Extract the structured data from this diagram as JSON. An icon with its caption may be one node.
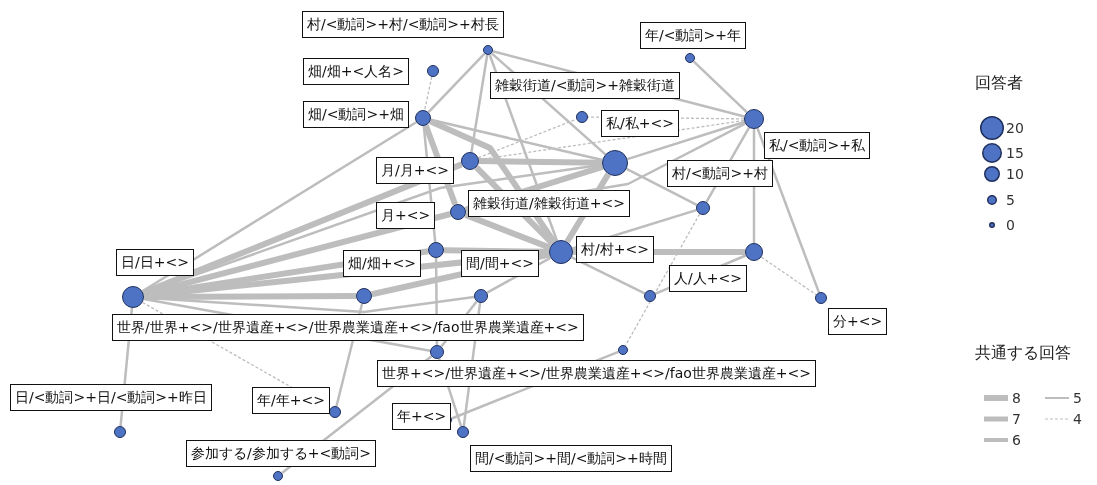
{
  "diagram": {
    "nodes": [
      {
        "text": [],
        "shape": "circle",
        "beside": [
          "村/<動詞>+村/<動詞>+村長"
        ]
      },
      {
        "text": [],
        "shape": "circle",
        "beside": [
          "年/<動詞>+年"
        ]
      },
      {
        "text": [],
        "shape": "circle",
        "beside": [
          "畑/畑+<人名>"
        ]
      },
      {
        "text": [],
        "shape": "circle",
        "beside": [
          "雑穀街道/<動詞>+雑穀街道"
        ]
      },
      {
        "text": [],
        "shape": "circle",
        "beside": [
          "畑/<動詞>+畑"
        ]
      },
      {
        "text": [],
        "shape": "circle",
        "beside": [
          "私/<動詞>+私"
        ]
      },
      {
        "text": [],
        "shape": "circle",
        "beside": [
          "私/私+<>"
        ]
      },
      {
        "text": [],
        "shape": "circle",
        "beside": [
          "月/月+<>"
        ]
      },
      {
        "text": [],
        "shape": "circle",
        "beside": [
          "村/<動詞>+村"
        ]
      },
      {
        "text": [],
        "shape": "circle",
        "beside": [
          "雑穀街道/雑穀街道+<>"
        ]
      },
      {
        "text": [],
        "shape": "circle",
        "beside": [
          "月+<>"
        ]
      },
      {
        "text": [],
        "shape": "circle",
        "beside": [
          "日/日+<>"
        ]
      },
      {
        "text": [],
        "shape": "circle",
        "beside": [
          "畑/畑+<>"
        ]
      },
      {
        "text": [],
        "shape": "circle",
        "beside": [
          "間/間+<>"
        ]
      },
      {
        "text": [],
        "shape": "circle",
        "beside": [
          "村/村+<>"
        ]
      },
      {
        "text": [],
        "shape": "circle",
        "beside": [
          "人/人+<>"
        ]
      },
      {
        "text": [],
        "shape": "circle"
      },
      {
        "text": [],
        "shape": "circle",
        "beside": [
          "分+<>"
        ]
      },
      {
        "text": [],
        "shape": "circle",
        "beside": [
          "世界/世界+<>/世界遺産+<>/世界農業遺産+<>/fao世界農業遺産+<>"
        ]
      },
      {
        "text": [],
        "shape": "circle",
        "beside": [
          "世界+<>/世界遺産+<>/世界農業遺産+<>/fao世界農業遺産+<>"
        ]
      },
      {
        "text": [],
        "shape": "circle",
        "beside": [
          "日/<動詞>+日/<動詞>+昨日"
        ]
      },
      {
        "text": [],
        "shape": "circle",
        "beside": [
          "年/年+<>"
        ]
      },
      {
        "text": [],
        "shape": "circle",
        "beside": [
          "年+<>"
        ]
      },
      {
        "text": [],
        "shape": "circle",
        "beside": [
          "参加する/参加する+<動詞>"
        ]
      },
      {
        "text": [],
        "shape": "circle",
        "beside": [
          "間/<動詞>+間/<動詞>+時間"
        ]
      }
    ],
    "edges": [
      {
        "from": 11,
        "to": 4,
        "arrow": "none"
      },
      {
        "from": 11,
        "to": 7,
        "arrow": "none",
        "style": "thick"
      },
      {
        "from": 11,
        "to": 9,
        "arrow": "none",
        "style": "thick"
      },
      {
        "from": 11,
        "to": 10,
        "arrow": "none",
        "style": "thick"
      },
      {
        "from": 11,
        "to": 12,
        "arrow": "none",
        "style": "thick"
      },
      {
        "from": 11,
        "to": 14,
        "arrow": "none",
        "style": "thick"
      },
      {
        "from": 11,
        "to": 6,
        "arrow": "none"
      },
      {
        "from": 11,
        "to": 13,
        "arrow": "none"
      },
      {
        "from": 11,
        "to": 20,
        "arrow": "none"
      },
      {
        "from": 11,
        "to": 21,
        "arrow": "none",
        "style": "dashed"
      },
      {
        "from": 11,
        "to": 18,
        "arrow": "none"
      },
      {
        "from": 4,
        "to": 14,
        "arrow": "none",
        "style": "thick"
      },
      {
        "from": 4,
        "to": 6,
        "arrow": "none"
      },
      {
        "from": 4,
        "to": 9,
        "arrow": "none",
        "style": "thick"
      },
      {
        "from": 4,
        "to": 10,
        "arrow": "none"
      },
      {
        "from": 4,
        "to": 0,
        "arrow": "none"
      },
      {
        "from": 0,
        "to": 7,
        "arrow": "none"
      },
      {
        "from": 0,
        "to": 14,
        "arrow": "none"
      },
      {
        "from": 0,
        "to": 6,
        "arrow": "none"
      },
      {
        "from": 0,
        "to": 5,
        "arrow": "none"
      },
      {
        "from": 7,
        "to": 6,
        "arrow": "none",
        "style": "thick"
      },
      {
        "from": 7,
        "to": 14,
        "arrow": "none",
        "style": "thick"
      },
      {
        "from": 7,
        "to": 5,
        "arrow": "none",
        "style": "dashed"
      },
      {
        "from": 7,
        "to": 3,
        "arrow": "none",
        "style": "dashed"
      },
      {
        "from": 9,
        "to": 14,
        "arrow": "none",
        "style": "thick"
      },
      {
        "from": 9,
        "to": 6,
        "arrow": "none",
        "style": "thick"
      },
      {
        "from": 10,
        "to": 14,
        "arrow": "none",
        "style": "thick"
      },
      {
        "from": 12,
        "to": 14,
        "arrow": "none",
        "style": "thick"
      },
      {
        "from": 6,
        "to": 14,
        "arrow": "none",
        "style": "thick"
      },
      {
        "from": 6,
        "to": 5,
        "arrow": "none"
      },
      {
        "from": 6,
        "to": 8,
        "arrow": "none"
      },
      {
        "from": 14,
        "to": 15,
        "arrow": "none",
        "style": "thick"
      },
      {
        "from": 14,
        "to": 13,
        "arrow": "none"
      },
      {
        "from": 14,
        "to": 16,
        "arrow": "none"
      },
      {
        "from": 14,
        "to": 8,
        "arrow": "none"
      },
      {
        "from": 5,
        "to": 15,
        "arrow": "none"
      },
      {
        "from": 5,
        "to": 17,
        "arrow": "none"
      },
      {
        "from": 5,
        "to": 8,
        "arrow": "none"
      },
      {
        "from": 5,
        "to": 3,
        "arrow": "none",
        "style": "dashed"
      },
      {
        "from": 5,
        "to": 1,
        "arrow": "none"
      },
      {
        "from": 5,
        "to": 9,
        "arrow": "none"
      },
      {
        "from": 15,
        "to": 17,
        "arrow": "none",
        "style": "dashed"
      },
      {
        "from": 15,
        "to": 16,
        "arrow": "none"
      },
      {
        "from": 8,
        "to": 19,
        "arrow": "none",
        "style": "dashed"
      },
      {
        "from": 13,
        "to": 18,
        "arrow": "none"
      },
      {
        "from": 10,
        "to": 18,
        "arrow": "none"
      },
      {
        "from": 18,
        "to": 24,
        "arrow": "none"
      },
      {
        "from": 18,
        "to": 23,
        "arrow": "none"
      },
      {
        "from": 19,
        "to": 22,
        "arrow": "none"
      },
      {
        "from": 21,
        "to": 12,
        "arrow": "none"
      },
      {
        "from": 13,
        "to": 24,
        "arrow": "none"
      },
      {
        "from": 2,
        "to": 4,
        "arrow": "none",
        "style": "dashed"
      }
    ],
    "labels": [
      "回答者",
      "共通する回答"
    ],
    "legend": [
      {
        "text": "20"
      },
      {
        "text": "15"
      },
      {
        "text": "10"
      },
      {
        "text": "5"
      },
      {
        "text": "0"
      },
      {
        "text": "8"
      },
      {
        "text": "7"
      },
      {
        "text": "6"
      },
      {
        "text": "5"
      },
      {
        "text": "4"
      }
    ]
  }
}
